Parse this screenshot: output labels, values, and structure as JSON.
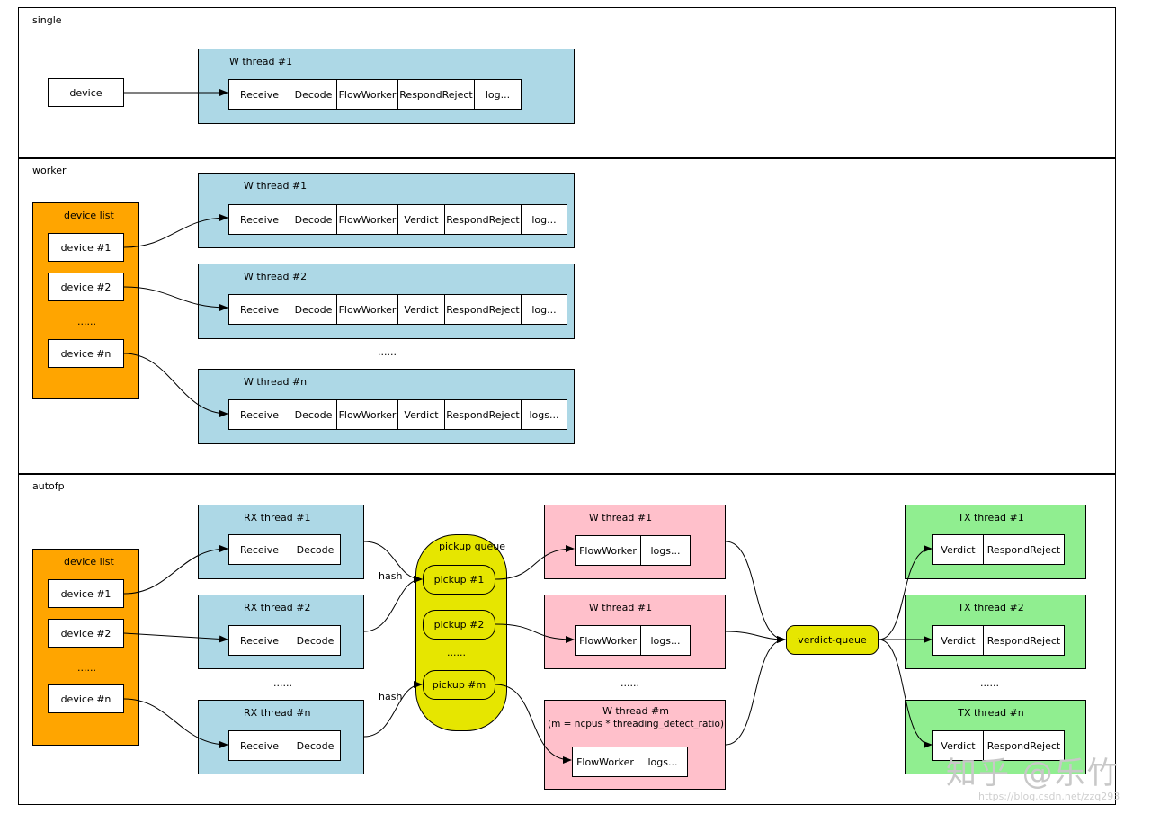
{
  "sections": {
    "single": {
      "label": "single",
      "device": "device",
      "thread": {
        "title": "W thread #1",
        "stages": [
          "Receive",
          "Decode",
          "FlowWorker",
          "RespondReject",
          "log..."
        ]
      }
    },
    "worker": {
      "label": "worker",
      "device_list": {
        "title": "device list",
        "items": [
          "device #1",
          "device #2",
          "......",
          "device #n"
        ]
      },
      "threads": [
        {
          "title": "W thread #1",
          "stages": [
            "Receive",
            "Decode",
            "FlowWorker",
            "Verdict",
            "RespondReject",
            "log..."
          ]
        },
        {
          "title": "W thread #2",
          "stages": [
            "Receive",
            "Decode",
            "FlowWorker",
            "Verdict",
            "RespondReject",
            "log..."
          ]
        },
        {
          "title": "W thread #n",
          "stages": [
            "Receive",
            "Decode",
            "FlowWorker",
            "Verdict",
            "RespondReject",
            "logs..."
          ]
        }
      ],
      "ellipsis": "......"
    },
    "autofp": {
      "label": "autofp",
      "device_list": {
        "title": "device list",
        "items": [
          "device #1",
          "device #2",
          "......",
          "device #n"
        ]
      },
      "rx_threads": [
        {
          "title": "RX thread #1",
          "stages": [
            "Receive",
            "Decode"
          ]
        },
        {
          "title": "RX thread #2",
          "stages": [
            "Receive",
            "Decode"
          ]
        },
        {
          "title": "RX thread #n",
          "stages": [
            "Receive",
            "Decode"
          ]
        }
      ],
      "rx_ellipsis": "......",
      "hash_labels": [
        "hash",
        "hash"
      ],
      "pickup_queue": {
        "title": "pickup queue",
        "items": [
          "pickup #1",
          "pickup #2",
          "......",
          "pickup #m"
        ]
      },
      "w_threads": [
        {
          "title": "W thread #1",
          "subtitle": "",
          "stages": [
            "FlowWorker",
            "logs..."
          ]
        },
        {
          "title": "W thread #1",
          "subtitle": "",
          "stages": [
            "FlowWorker",
            "logs..."
          ]
        },
        {
          "title": "W thread #m",
          "subtitle": "(m = ncpus * threading_detect_ratio)",
          "stages": [
            "FlowWorker",
            "logs..."
          ]
        }
      ],
      "w_ellipsis": "......",
      "verdict_queue": "verdict-queue",
      "tx_threads": [
        {
          "title": "TX thread #1",
          "stages": [
            "Verdict",
            "RespondReject"
          ]
        },
        {
          "title": "TX thread #2",
          "stages": [
            "Verdict",
            "RespondReject"
          ]
        },
        {
          "title": "TX thread #n",
          "stages": [
            "Verdict",
            "RespondReject"
          ]
        }
      ],
      "tx_ellipsis": "......"
    }
  },
  "watermark": {
    "text": "知乎 @乐竹",
    "url": "https://blog.csdn.net/zzq293"
  },
  "colors": {
    "rx_thread": "#add8e6",
    "w_thread_autofp": "#ffc0cb",
    "tx_thread": "#90ee90",
    "device_list": "#ffa500",
    "queue": "#e6e600"
  }
}
